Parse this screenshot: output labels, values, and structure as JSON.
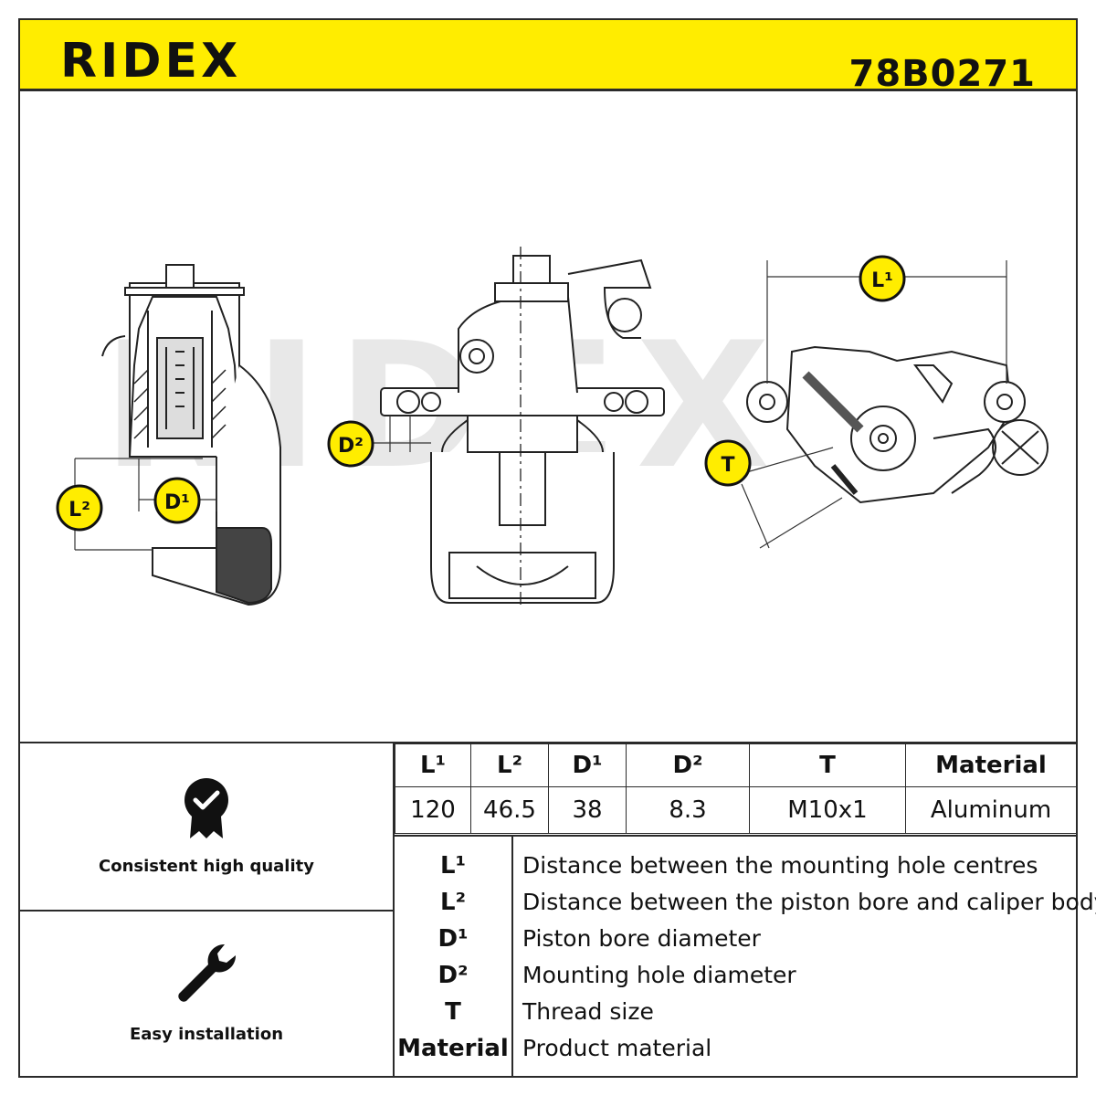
{
  "header": {
    "brand": "RIDEX",
    "part_number": "78B0271"
  },
  "drawing": {
    "callouts": [
      "L¹",
      "L²",
      "D¹",
      "D²",
      "T"
    ],
    "watermark": "RIDEX"
  },
  "features": [
    {
      "label": "Consistent high quality",
      "icon": "quality-badge-icon"
    },
    {
      "label": "Easy installation",
      "icon": "wrench-icon"
    }
  ],
  "specs": {
    "headers": [
      "L¹",
      "L²",
      "D¹",
      "D²",
      "T",
      "Material"
    ],
    "values": [
      "120",
      "46.5",
      "38",
      "8.3",
      "M10x1",
      "Aluminum"
    ]
  },
  "legend": [
    {
      "key": "L¹",
      "desc": "Distance between the mounting hole centres"
    },
    {
      "key": "L²",
      "desc": "Distance between the piston bore and caliper body"
    },
    {
      "key": "D¹",
      "desc": "Piston bore diameter"
    },
    {
      "key": "D²",
      "desc": "Mounting hole diameter"
    },
    {
      "key": "T",
      "desc": "Thread size"
    },
    {
      "key": "Material",
      "desc": "Product material"
    }
  ],
  "colors": {
    "accent_yellow": "#ffed00",
    "line": "#2a2a2a",
    "watermark": "#e6e6e6"
  }
}
